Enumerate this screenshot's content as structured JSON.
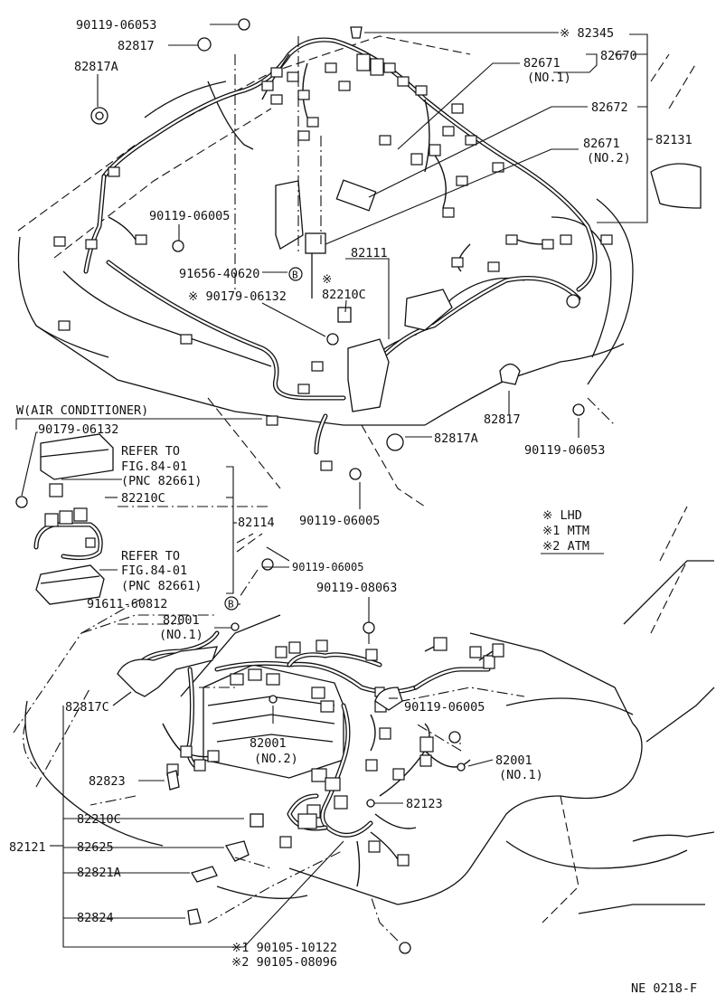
{
  "legend": {
    "lhd": "※  LHD",
    "mtm": "※1 MTM",
    "atm": "※2 ATM"
  },
  "figure_code": "NE 0218-F",
  "labels": {
    "p_90119_06053_top": "90119-06053",
    "p_82817_top": "82817",
    "p_82817A_top": "82817A",
    "p_82345": "※ 82345",
    "p_82671_no1": "82671",
    "p_82671_no1_sub": "(NO.1)",
    "p_82670": "82670",
    "p_82672": "82672",
    "p_82671_no2": "82671",
    "p_82671_no2_sub": "(NO.2)",
    "p_82131": "82131",
    "p_90119_06005_a": "90119-06005",
    "p_91656_40620": "91656-40620",
    "p_82111": "82111",
    "p_82210C_mid_mark": "※",
    "p_82210C_mid": "82210C",
    "p_90179_06132_mid": "※ 90179-06132",
    "p_82817_right": "82817",
    "p_82817A_right": "82817A",
    "p_90119_06053_right": "90119-06053",
    "w_air_conditioner": "W(AIR CONDITIONER)",
    "p_90179_06132_left": "90179-06132",
    "refer_to_1": "REFER TO",
    "fig_1": "FIG.84-01",
    "pnc_1": "(PNC 82661)",
    "p_82210C_left": "82210C",
    "p_82114": "82114",
    "refer_to_2": "REFER TO",
    "fig_2": "FIG.84-01",
    "pnc_2": "(PNC 82661)",
    "p_90119_06005_b": "90119-06005",
    "p_90119_06005_c": "90119-06005",
    "p_91611_60812": "91611-60812",
    "p_90119_08063": "90119-08063",
    "p_82001_no1_a": "82001",
    "p_82001_no1_a_sub": "(NO.1)",
    "p_82817C": "82817C",
    "p_90119_06005_d": "90119-06005",
    "p_82001_no2": "82001",
    "p_82001_no2_sub": "(NO.2)",
    "p_82001_no1_b": "82001",
    "p_82001_no1_b_sub": "(NO.1)",
    "p_82823": "82823",
    "p_82123": "82123",
    "p_82210C_bottom": "82210C",
    "p_82121": "82121",
    "p_82625": "82625",
    "p_82821A": "82821A",
    "p_82824": "82824",
    "p_90105_10122": "※1 90105-10122",
    "p_90105_08096": "※2 90105-08096",
    "circle_b": "B"
  }
}
